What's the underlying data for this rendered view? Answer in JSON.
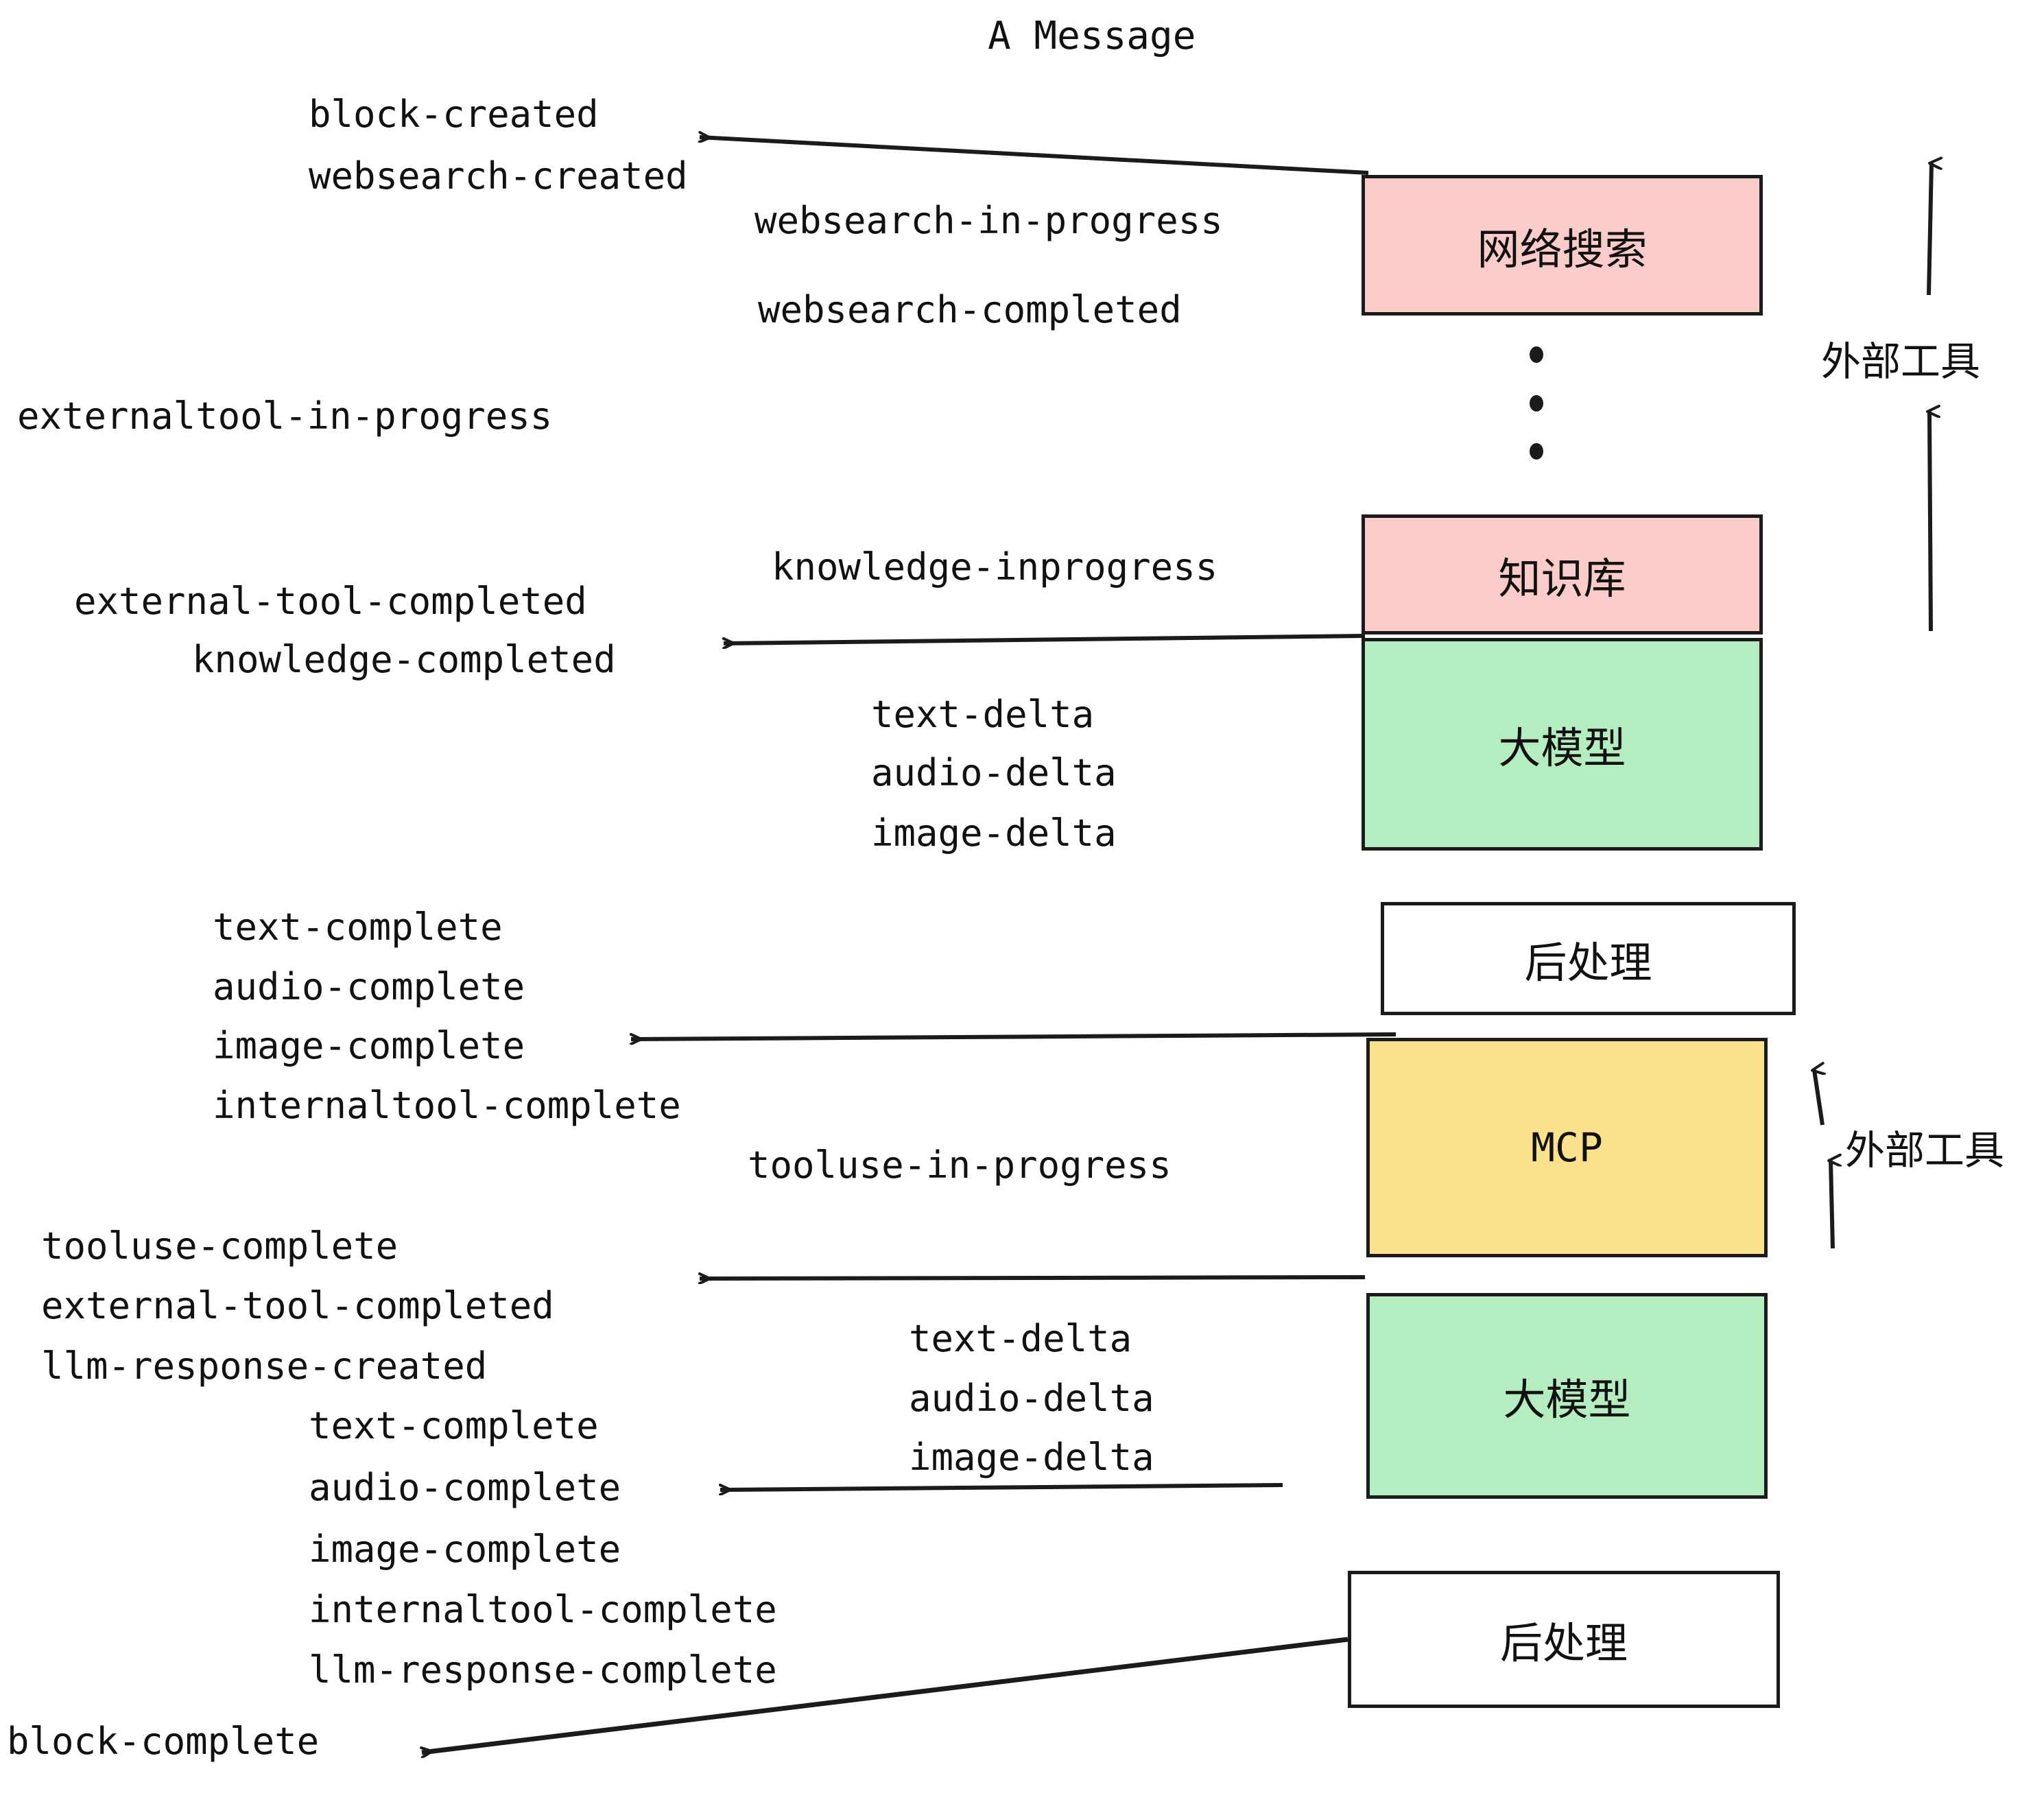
{
  "title": "A Message",
  "colors": {
    "pink": "#f9ccca",
    "green": "#b3edc0",
    "yellow": "#fbe18c",
    "white": "#ffffff",
    "stroke": "#1b1b1b",
    "text": "#111111"
  },
  "boxes": [
    {
      "id": "websearch",
      "label": "网络搜索",
      "fill": "#f9ccca"
    },
    {
      "id": "knowledge",
      "label": "知识库",
      "fill": "#f9ccca"
    },
    {
      "id": "llm-top",
      "label": "大模型",
      "fill": "#b3edc0"
    },
    {
      "id": "post-top",
      "label": "后处理",
      "fill": "#ffffff"
    },
    {
      "id": "mcp",
      "label": "MCP",
      "fill": "#fbe18c"
    },
    {
      "id": "llm-bottom",
      "label": "大模型",
      "fill": "#b3edc0"
    },
    {
      "id": "post-bottom",
      "label": "后处理",
      "fill": "#ffffff"
    }
  ],
  "side_labels": [
    {
      "id": "external-tool-top",
      "label": "外部工具"
    },
    {
      "id": "external-tool-bottom",
      "label": "外部工具"
    }
  ],
  "events": {
    "block_created": "block-created",
    "websearch_created": "websearch-created",
    "websearch_in_progress": "websearch-in-progress",
    "websearch_completed": "websearch-completed",
    "externaltool_in_progress": "externaltool-in-progress",
    "knowledge_inprogress": "knowledge-inprogress",
    "external_tool_completed_1": "external-tool-completed",
    "knowledge_completed": "knowledge-completed",
    "text_delta_1": "text-delta",
    "audio_delta_1": "audio-delta",
    "image_delta_1": "image-delta",
    "text_complete_1": "text-complete",
    "audio_complete_1": "audio-complete",
    "image_complete_1": "image-complete",
    "internaltool_complete_1": "internaltool-complete",
    "tooluse_in_progress": "tooluse-in-progress",
    "tooluse_complete": "tooluse-complete",
    "external_tool_completed_2": "external-tool-completed",
    "llm_response_created": "llm-response-created",
    "text_delta_2": "text-delta",
    "audio_delta_2": "audio-delta",
    "image_delta_2": "image-delta",
    "text_complete_2": "text-complete",
    "audio_complete_2": "audio-complete",
    "image_complete_2": "image-complete",
    "internaltool_complete_2": "internaltool-complete",
    "llm_response_complete": "llm-response-complete",
    "block_complete": "block-complete"
  }
}
